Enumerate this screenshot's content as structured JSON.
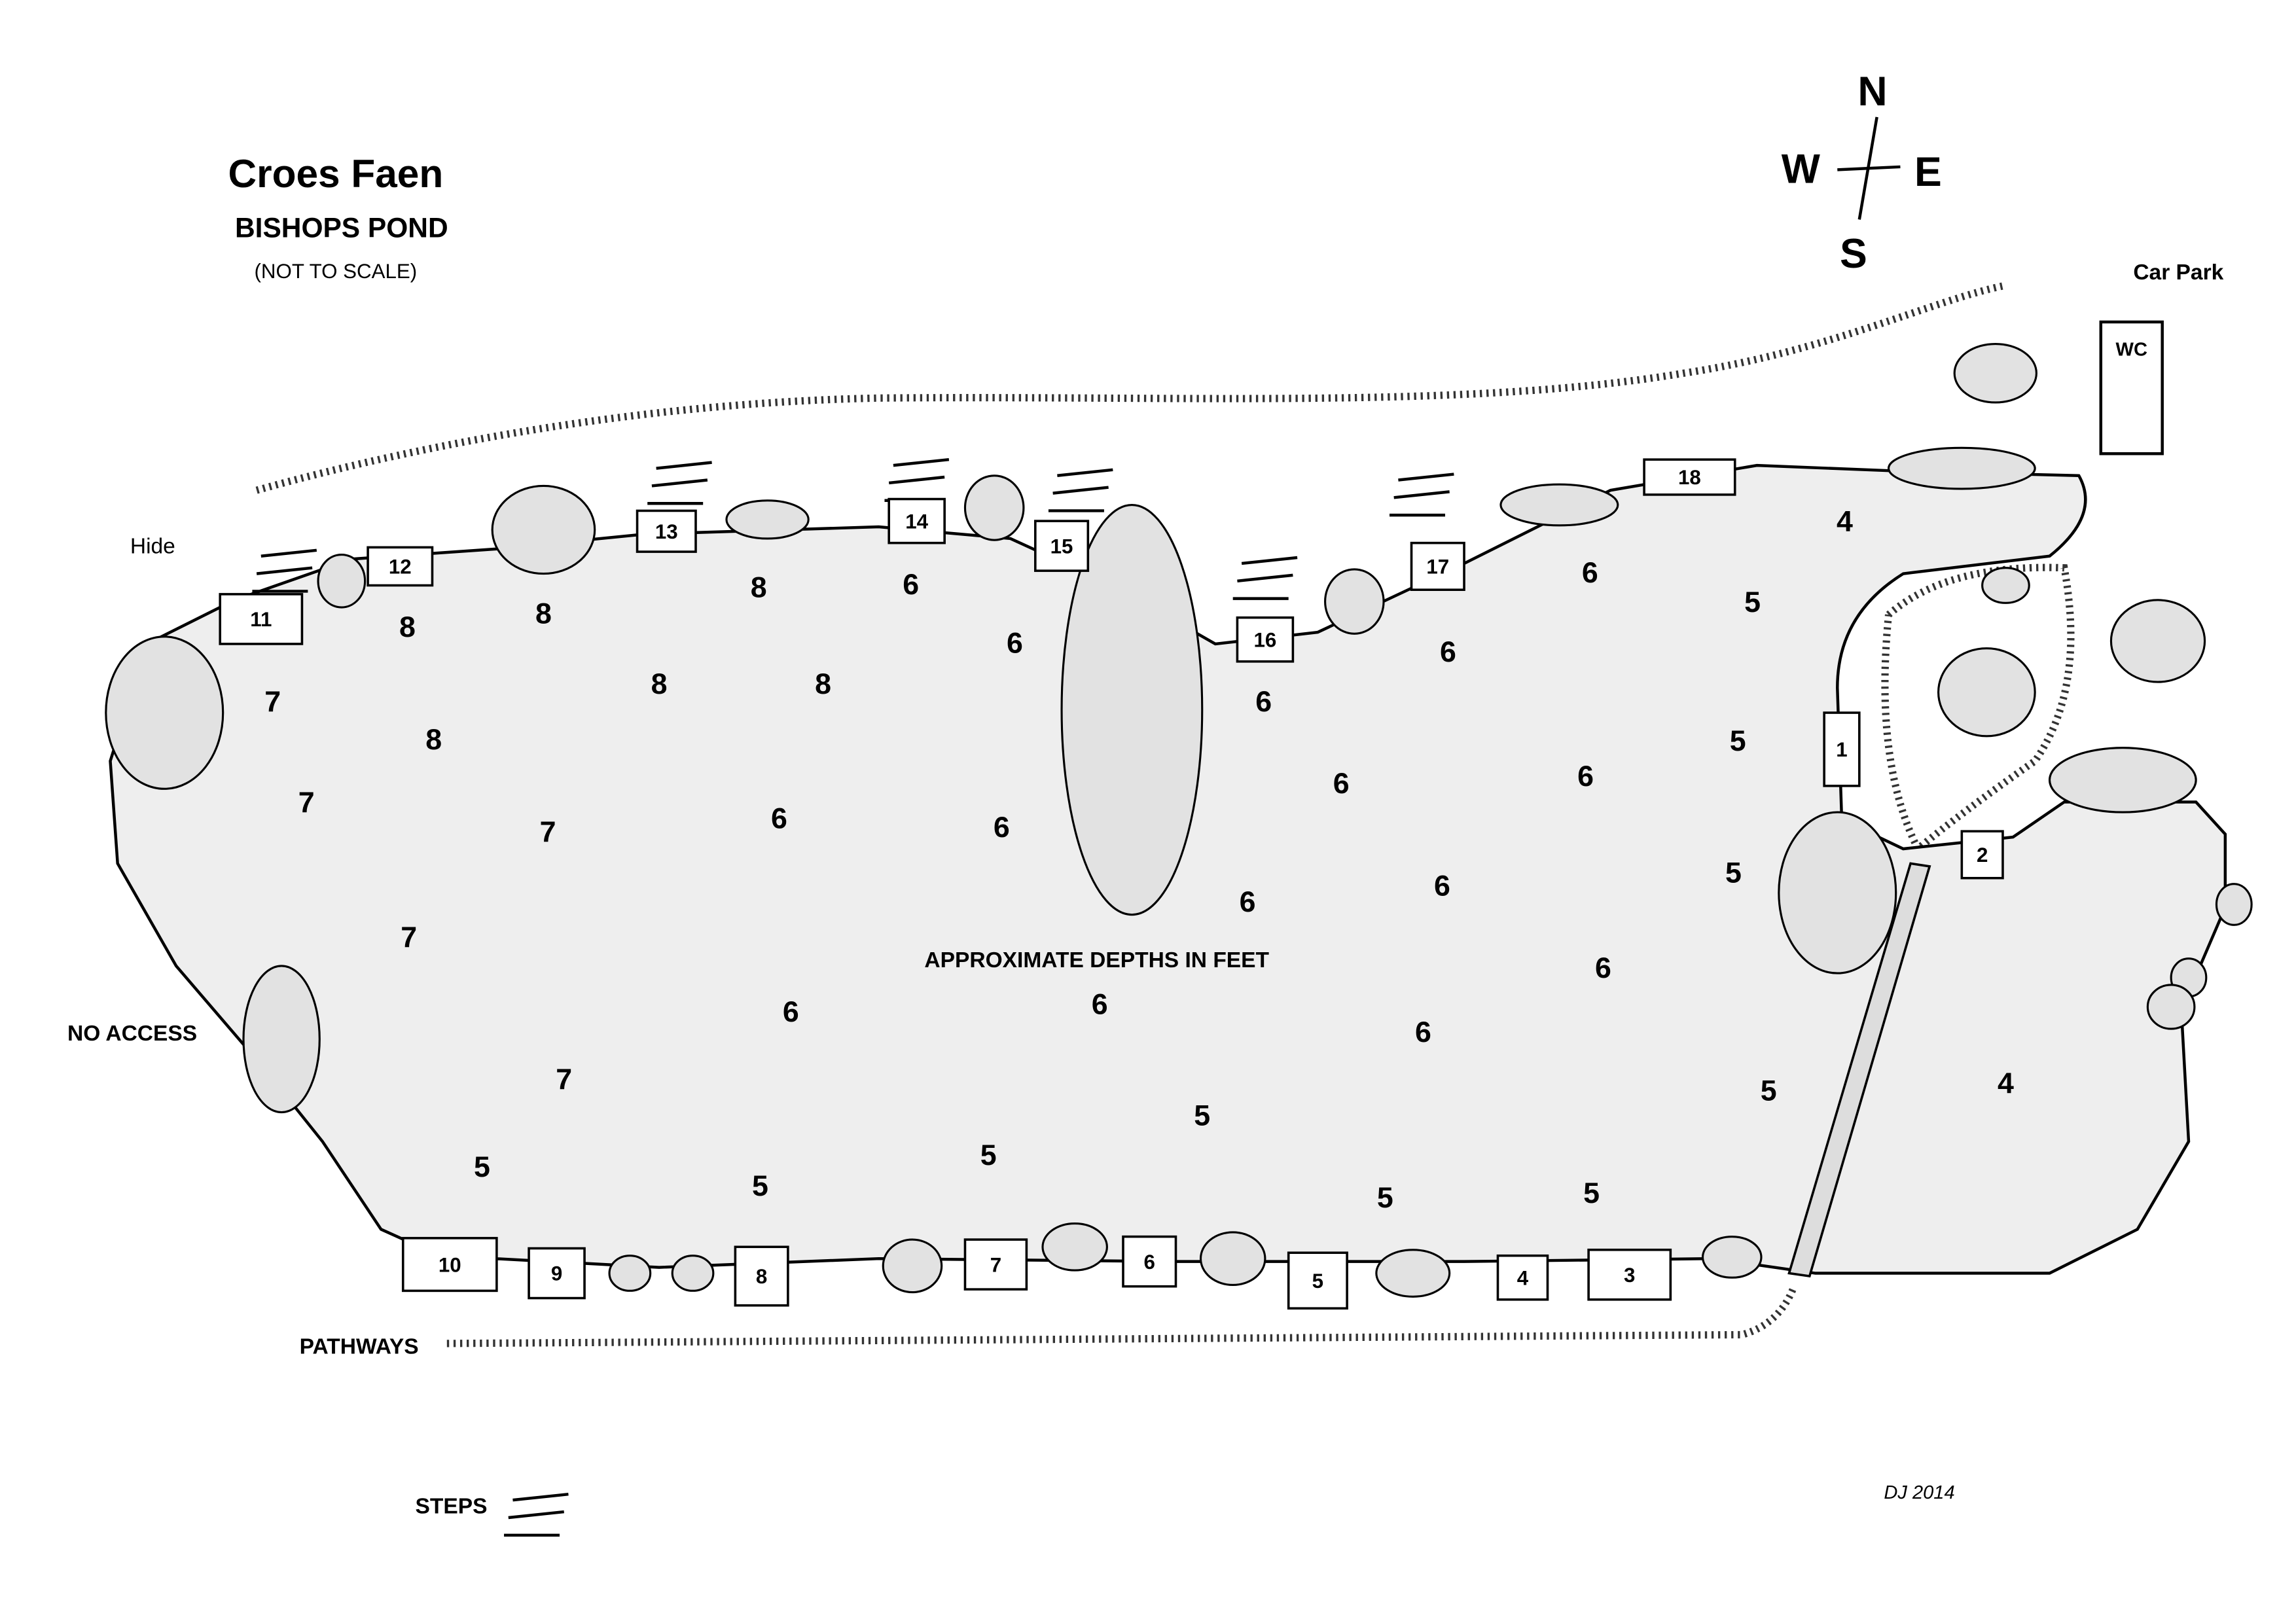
{
  "title": "Croes Faen",
  "subtitle": "BISHOPS POND",
  "scale_note": "(NOT TO SCALE)",
  "compass": {
    "n": "N",
    "w": "W",
    "e": "E",
    "s": "S"
  },
  "labels": {
    "car_park": "Car Park",
    "wc": "WC",
    "hide": "Hide",
    "no_access": "NO ACCESS",
    "pathways": "PATHWAYS",
    "steps": "STEPS",
    "depth_note": "APPROXIMATE DEPTHS IN FEET",
    "credit": "DJ 2014"
  },
  "pegs": [
    "11",
    "12",
    "13",
    "14",
    "15",
    "16",
    "17",
    "18",
    "1",
    "2",
    "10",
    "9",
    "8",
    "7",
    "6",
    "5",
    "4",
    "3"
  ],
  "depths": [
    "8",
    "8",
    "8",
    "6",
    "6",
    "7",
    "8",
    "8",
    "8",
    "7",
    "7",
    "6",
    "6",
    "6",
    "6",
    "6",
    "5",
    "4",
    "6",
    "6",
    "5",
    "6",
    "6",
    "5",
    "6",
    "7",
    "6",
    "6",
    "6",
    "5",
    "4",
    "7",
    "5",
    "5",
    "5",
    "5",
    "5",
    "5"
  ],
  "colors": {
    "water": "#eeeeee",
    "bush": "#e2e2e2",
    "ink": "#000000"
  }
}
